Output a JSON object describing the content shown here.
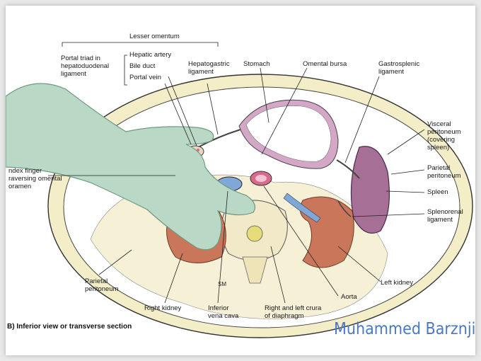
{
  "labels": {
    "lesser_omentum": "Lesser omentum",
    "portal_triad": [
      "Portal triad in",
      "hepatoduodenal",
      "ligament"
    ],
    "hepatic_artery": "Hepatic artery",
    "bile_duct": "Bile duct",
    "portal_vein": "Portal vein",
    "hepatogastric": [
      "Hepatogastric",
      "ligament"
    ],
    "stomach": "Stomach",
    "omental_bursa": "Omental bursa",
    "gastrosplenic": [
      "Gastrosplenic",
      "ligament"
    ],
    "visceral_peritoneum": [
      "Visceral",
      "peritoneum",
      "(covering",
      "spleen)"
    ],
    "parietal_peritoneum_right": [
      "Parietal",
      "peritoneum"
    ],
    "spleen": "Spleen",
    "splenorenal": [
      "Splenorenal",
      "ligament"
    ],
    "index_finger": [
      "ndex finger",
      "raversing omental",
      "oramen"
    ],
    "parietal_peritoneum_left": [
      "Parietal",
      "peritoneum"
    ],
    "right_kidney": "Right kidney",
    "inferior_vena_cava": [
      "Inferior",
      "vena cava"
    ],
    "crura": [
      "Right and left crura",
      "of diaphragm"
    ],
    "aorta": "Aorta",
    "left_kidney": "Left kidney",
    "sm": "SM"
  },
  "caption": "B) Inferior view or transverse section",
  "watermark": "Muhammed Barznji",
  "colors": {
    "wall": "#f3eec8",
    "cavity": "#ffffff",
    "stomach_wall": "#d4a7c7",
    "kidney": "#c9765a",
    "spleen": "#a56f96",
    "hand": "#b9d8c5",
    "vein": "#7fa8d6",
    "aorta": "#d86a8c",
    "watermark": "#4a78c8"
  }
}
